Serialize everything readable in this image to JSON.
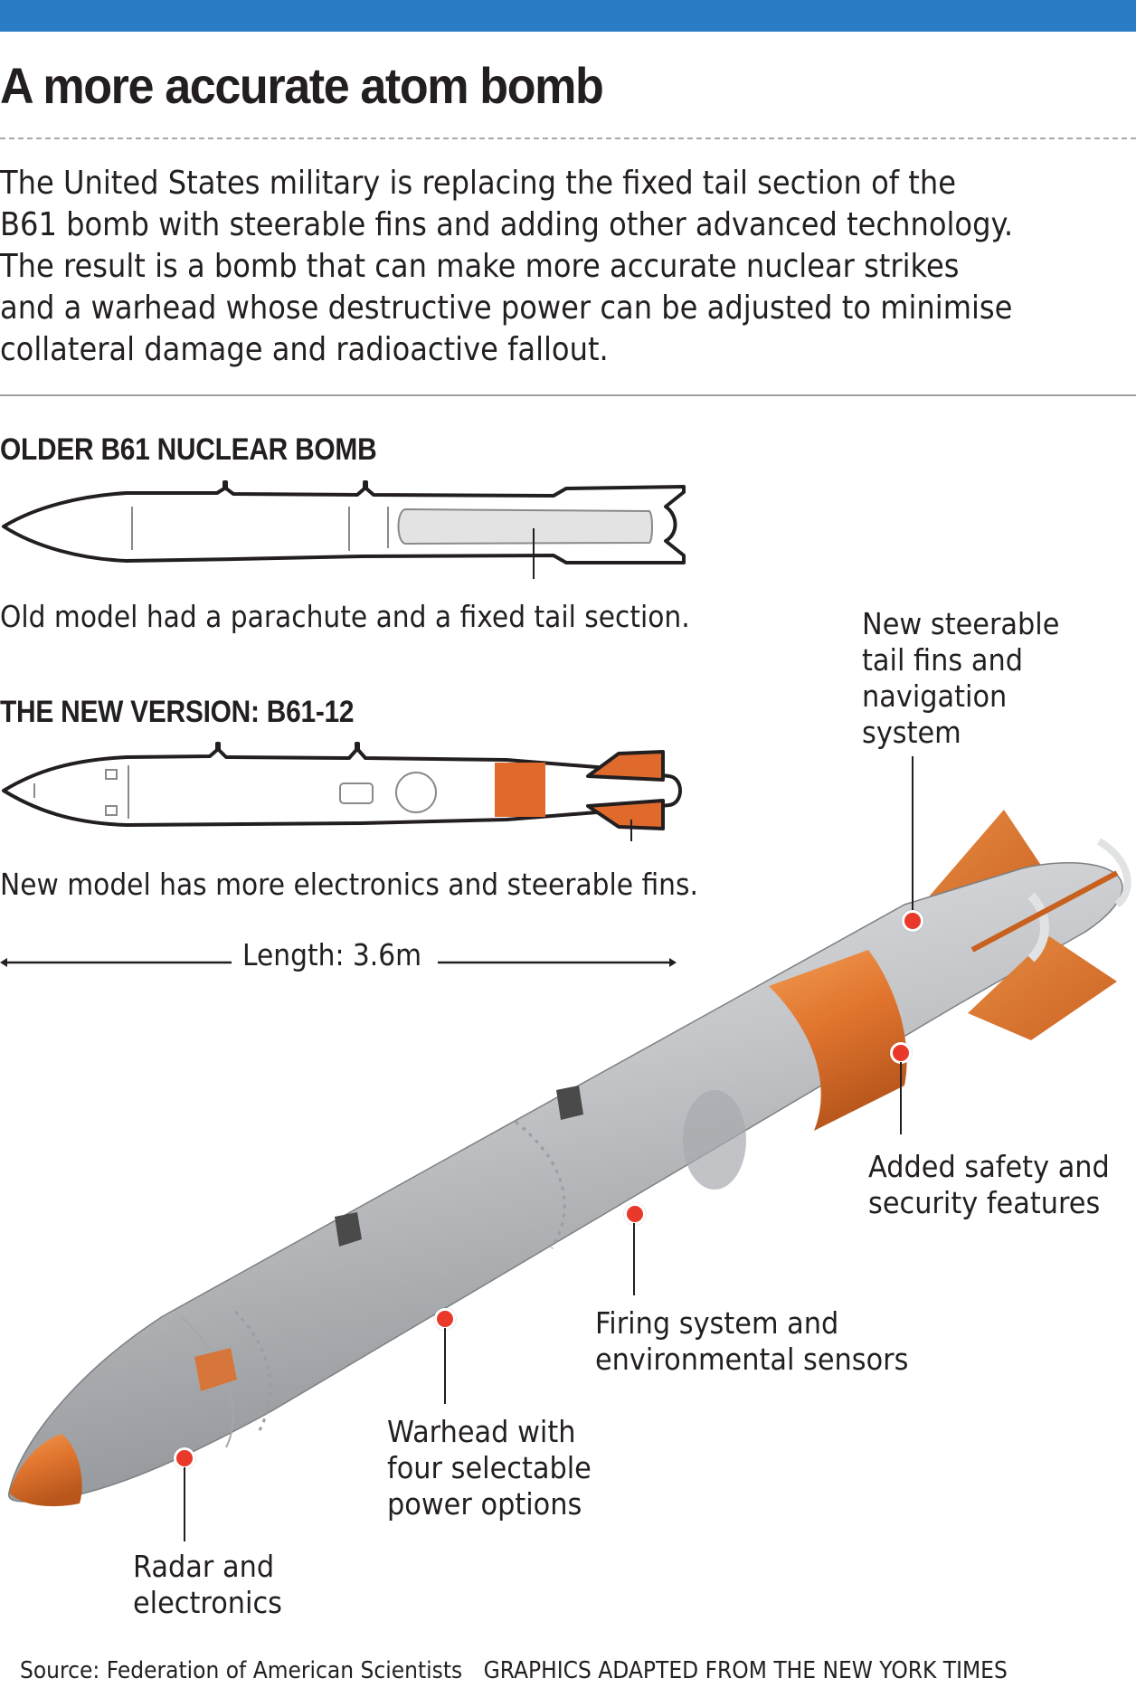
{
  "header": {
    "bar_color": "#2a7cc4",
    "title": "A more accurate atom bomb"
  },
  "intro": {
    "lines": [
      "The United States military is replacing the fixed tail section of the",
      "B61 bomb with steerable fins and adding other advanced technology.",
      "The result is a bomb that can make more accurate nuclear strikes",
      "and a warhead whose destructive power can be adjusted to minimise",
      "collateral damage and radioactive fallout."
    ]
  },
  "older_bomb": {
    "heading": "OLDER B61 NUCLEAR BOMB",
    "caption": "Old model had a parachute and a fixed tail section.",
    "parachute_color": "#e3e3e3"
  },
  "new_bomb": {
    "heading": "THE NEW VERSION: B61-12",
    "caption": "New model has more electronics and steerable fins.",
    "accent_color": "#e06a2c"
  },
  "length": {
    "label": "Length: 3.6m"
  },
  "callouts": {
    "tail_fins": [
      "New steerable",
      "tail fins and",
      "navigation",
      "system"
    ],
    "safety": [
      "Added safety and",
      "security features"
    ],
    "firing": [
      "Firing system and",
      "environmental sensors"
    ],
    "warhead": [
      "Warhead with",
      "four selectable",
      "power options"
    ],
    "radar": [
      "Radar and",
      "electronics"
    ]
  },
  "colors": {
    "callout_dot": "#e8392a",
    "bomb_body": "#c4c6c9",
    "bomb_orange": "#e0742e"
  },
  "footer": {
    "source": "Source: Federation of American Scientists",
    "credit": "GRAPHICS ADAPTED FROM THE NEW YORK TIMES"
  }
}
